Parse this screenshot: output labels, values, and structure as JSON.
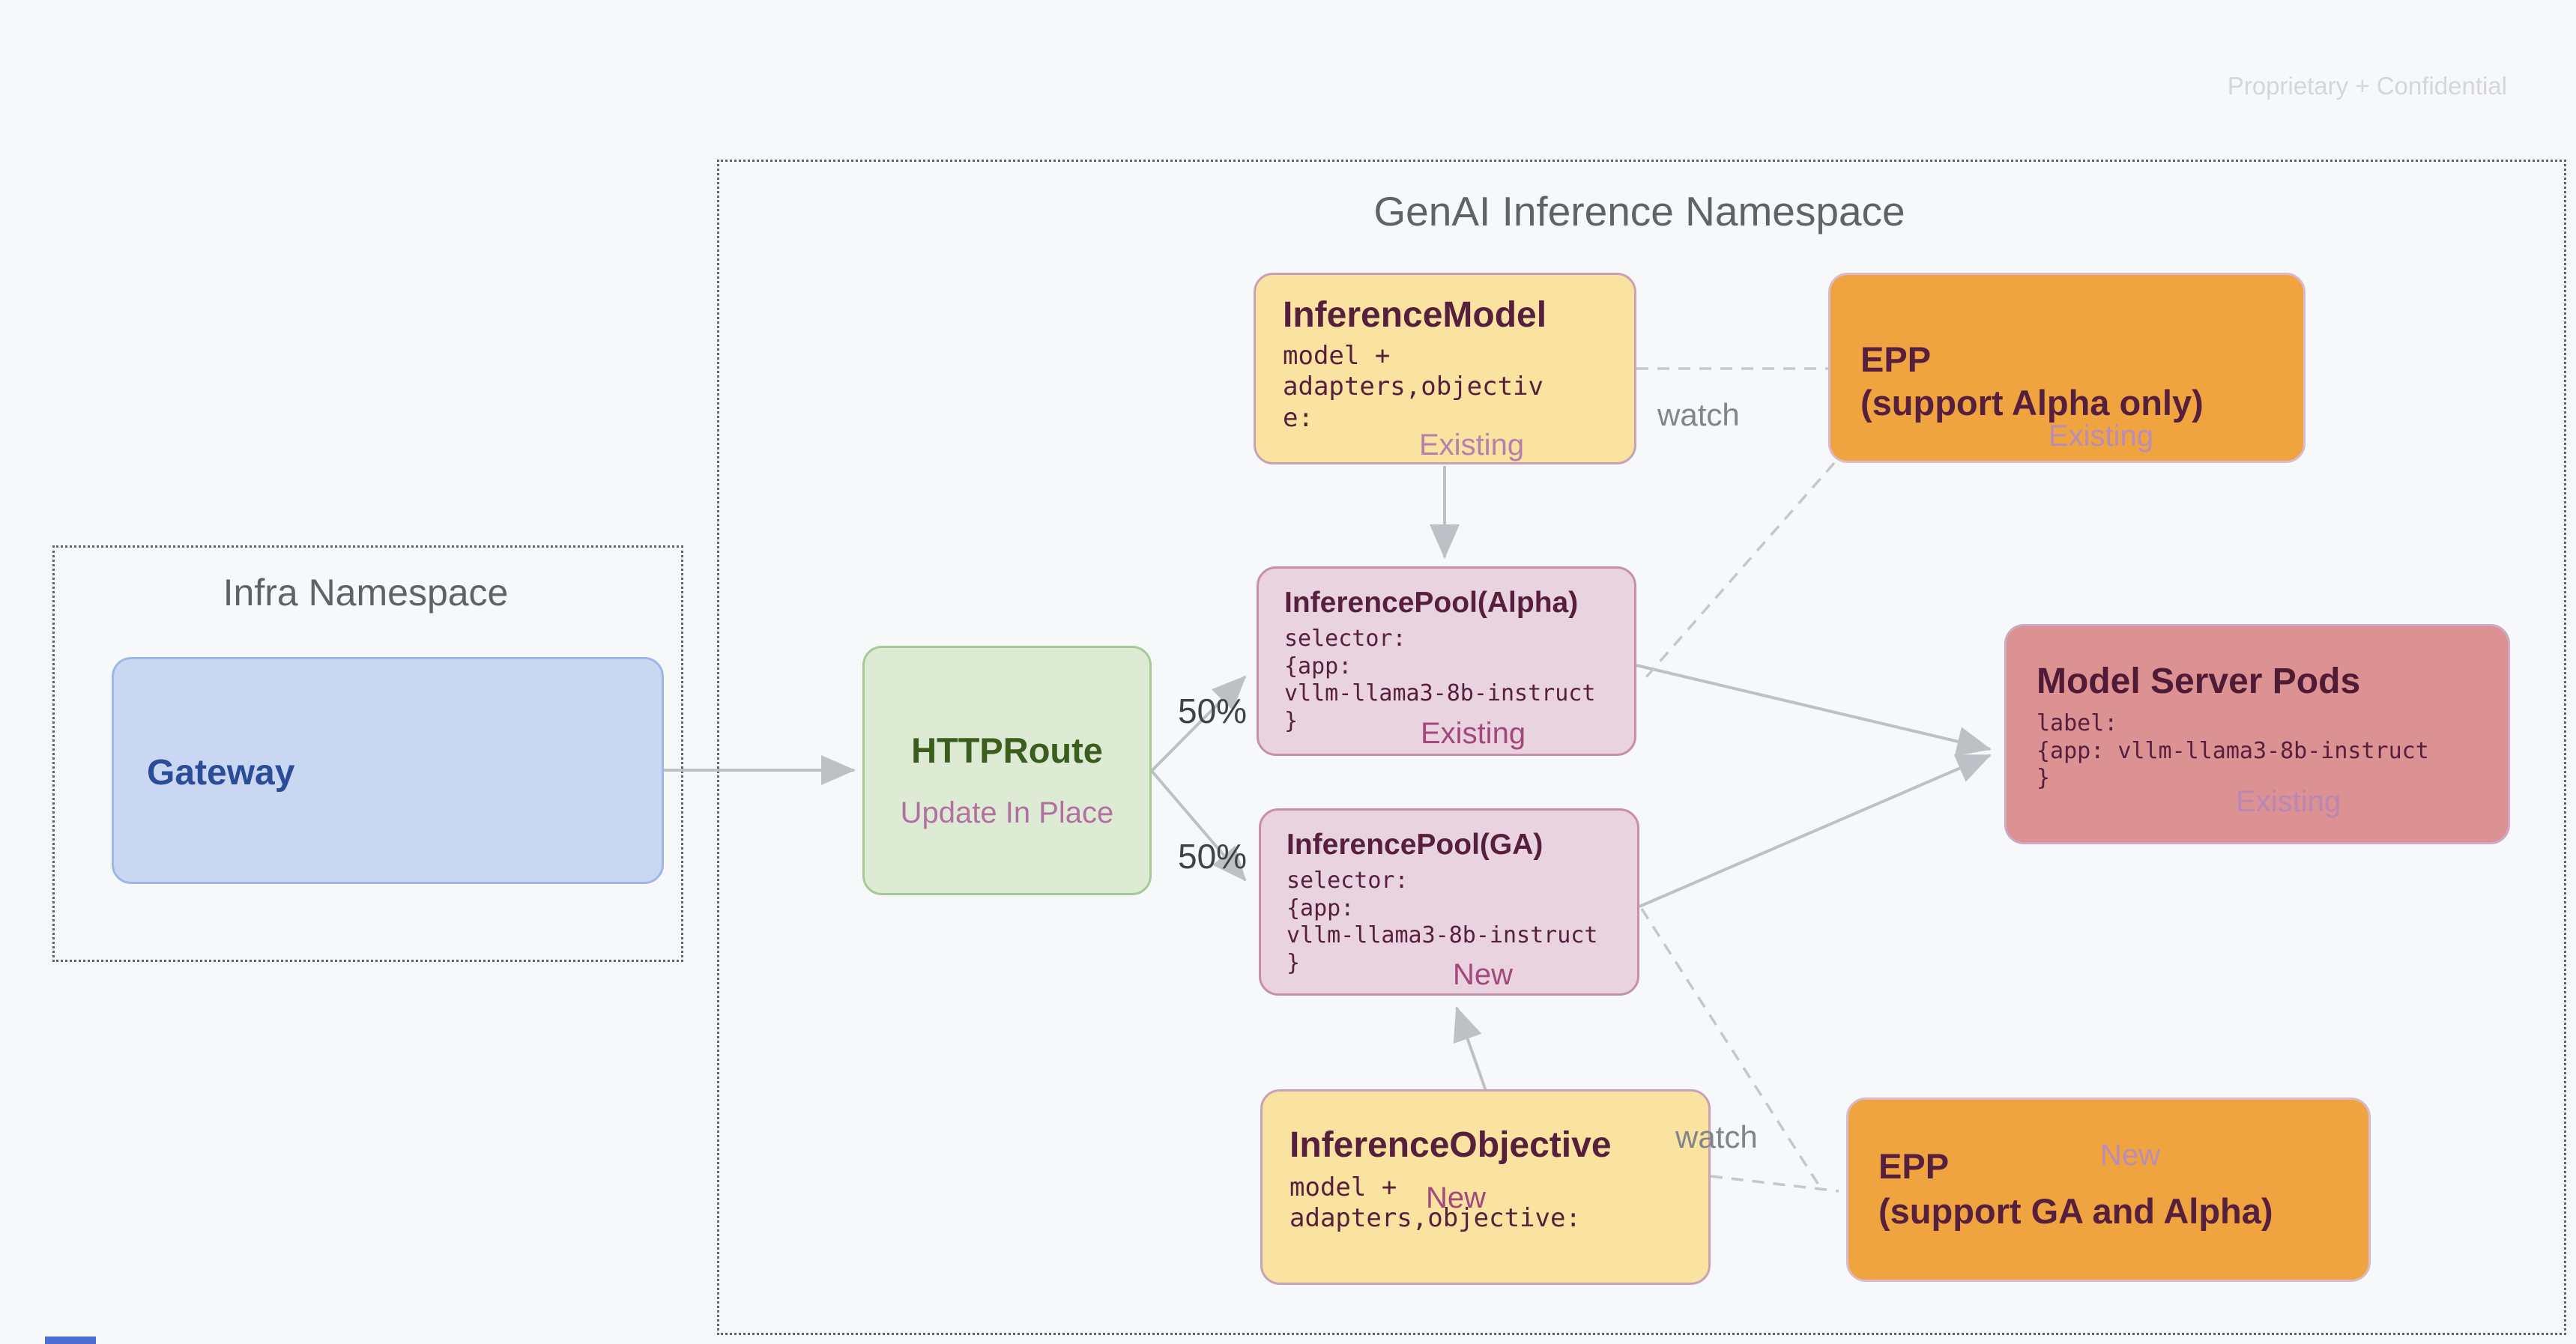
{
  "page": {
    "confidential": "Proprietary + Confidential"
  },
  "namespaces": {
    "infra": {
      "title": "Infra Namespace"
    },
    "genai": {
      "title": "GenAI Inference Namespace"
    }
  },
  "nodes": {
    "gateway": {
      "title": "Gateway"
    },
    "httproute": {
      "title": "HTTPRoute",
      "subtitle": "Update In Place"
    },
    "inference_model": {
      "title": "InferenceModel",
      "code": "model +\nadapters,objectiv\ne:",
      "badge": "Existing"
    },
    "epp_alpha": {
      "title": "EPP",
      "subtitle": "(support Alpha only)",
      "badge": "Existing"
    },
    "pool_alpha": {
      "title": "InferencePool(Alpha)",
      "code": "selector:\n{app:\nvllm-llama3-8b-instruct\n}",
      "badge": "Existing"
    },
    "pool_ga": {
      "title": "InferencePool(GA)",
      "code": "selector:\n{app:\nvllm-llama3-8b-instruct\n}",
      "badge": "New"
    },
    "model_server_pods": {
      "title": "Model Server Pods",
      "code": "label:\n{app: vllm-llama3-8b-instruct\n}",
      "badge": "Existing"
    },
    "inference_objective": {
      "title": "InferenceObjective",
      "code": "model +\nadapters,objective:",
      "badge": "New"
    },
    "epp_ga": {
      "title": "EPP",
      "subtitle": "(support GA and Alpha)",
      "badge": "New"
    }
  },
  "edges": {
    "watch_top": "watch",
    "watch_bottom": "watch",
    "split_top": "50%",
    "split_bottom": "50%"
  },
  "colors": {
    "background": "#f7f8fa",
    "arrow": "#bdc1c6",
    "dashed": "#c4c7cc",
    "maroon_text": "#551f3d",
    "green_text": "#3b5d1e",
    "blue_text": "#2b4c98",
    "badge_dark": "#a3477c",
    "badge_light": "#b57fae",
    "yellow_fill": "#fae2a0",
    "orange_fill": "#f0a440",
    "mauve_fill": "#e8d3de",
    "salmon_fill": "#dc9193",
    "green_fill": "#deebd4",
    "blue_fill": "#c9d7f3"
  }
}
